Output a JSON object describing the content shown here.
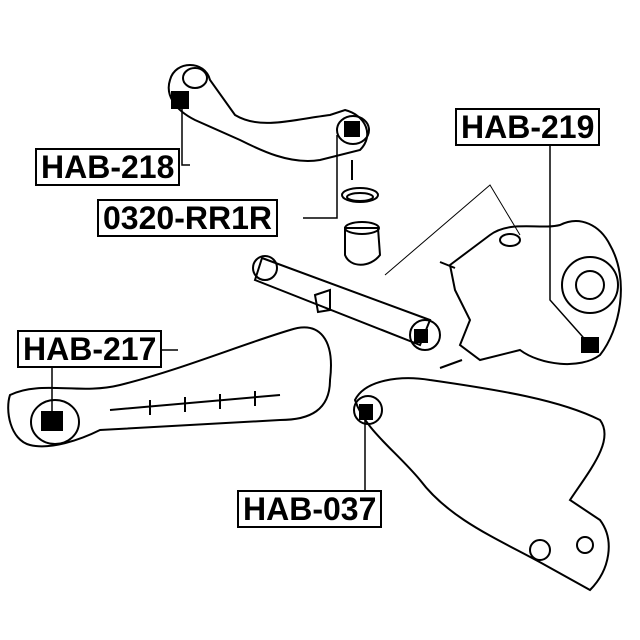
{
  "labels": {
    "hab218": "HAB-218",
    "rr1r": "0320-RR1R",
    "hab219": "HAB-219",
    "hab217": "HAB-217",
    "hab037": "HAB-037"
  },
  "colors": {
    "line": "#000000",
    "background": "#ffffff"
  }
}
